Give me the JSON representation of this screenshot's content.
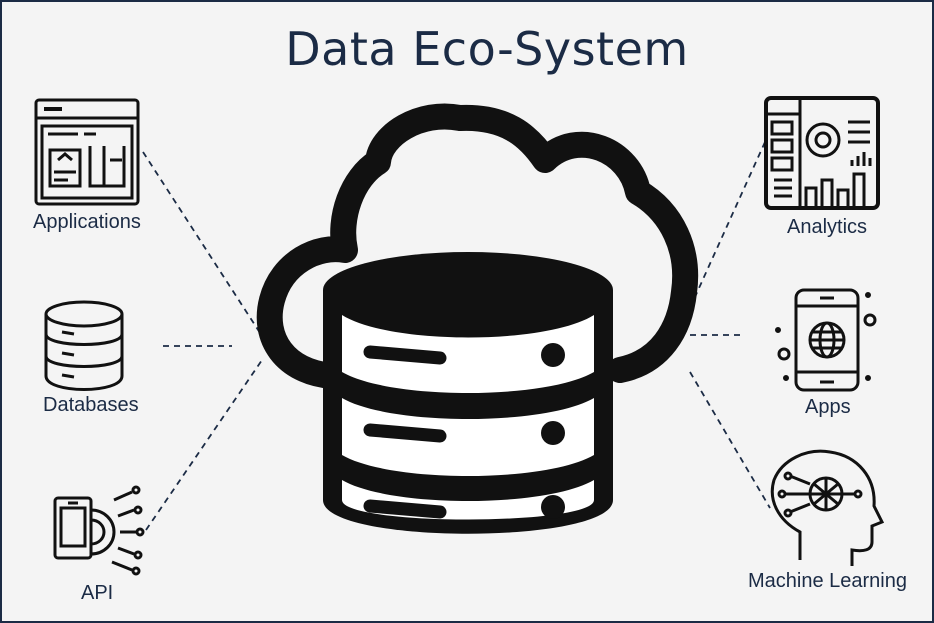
{
  "title": "Data Eco-System",
  "left_nodes": [
    {
      "label": "Applications",
      "icon": "application-window-icon"
    },
    {
      "label": "Databases",
      "icon": "database-stack-icon"
    },
    {
      "label": "API",
      "icon": "api-device-gear-icon"
    }
  ],
  "center": {
    "icon": "cloud-database-icon"
  },
  "right_nodes": [
    {
      "label": "Analytics",
      "icon": "analytics-dashboard-icon"
    },
    {
      "label": "Apps",
      "icon": "mobile-globe-icon"
    },
    {
      "label": "Machine Learning",
      "icon": "ai-head-icon"
    }
  ],
  "colors": {
    "text": "#1b2b45",
    "icon": "#111111",
    "background": "#f4f4f4",
    "border": "#1b2b45"
  }
}
